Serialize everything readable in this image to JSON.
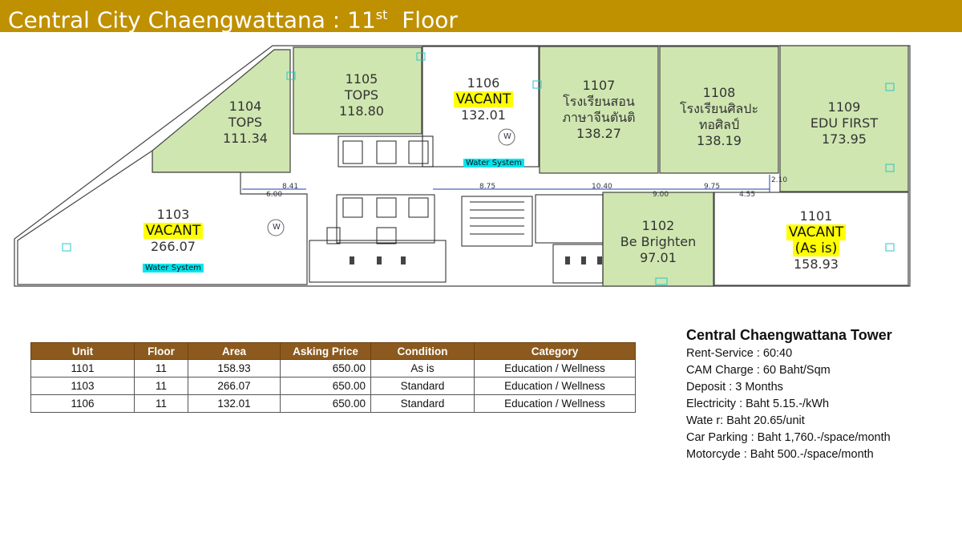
{
  "header": {
    "title_prefix": "Central City Chaengwattana : 11",
    "title_sup": "st",
    "title_suffix": "Floor"
  },
  "floorplan": {
    "colors": {
      "leased": "#cfe6b0",
      "vacant": "#ffffff",
      "highlight": "#ffff00",
      "water": "#00e5ee",
      "wall": "#333333"
    },
    "units": [
      {
        "id": "1104",
        "tenant": "TOPS",
        "area": "111.34",
        "status": "leased"
      },
      {
        "id": "1105",
        "tenant": "TOPS",
        "area": "118.80",
        "status": "leased"
      },
      {
        "id": "1106",
        "tenant": "VACANT",
        "area": "132.01",
        "status": "vacant",
        "note": "Water System"
      },
      {
        "id": "1107",
        "tenant_line1": "โรงเรียนสอน",
        "tenant_line2": "ภาษาจีนตันติ",
        "area": "138.27",
        "status": "leased"
      },
      {
        "id": "1108",
        "tenant_line1": "โรงเรียนศิลปะ",
        "tenant_line2": "ทอศิลป์",
        "area": "138.19",
        "status": "leased"
      },
      {
        "id": "1109",
        "tenant": "EDU FIRST",
        "area": "173.95",
        "status": "leased"
      },
      {
        "id": "1103",
        "tenant": "VACANT",
        "area": "266.07",
        "status": "vacant",
        "note": "Water System"
      },
      {
        "id": "1102",
        "tenant": "Be Brighten",
        "area": "97.01",
        "status": "leased"
      },
      {
        "id": "1101",
        "tenant": "VACANT",
        "tenant_line2": "(As is)",
        "area": "158.93",
        "status": "vacant"
      }
    ],
    "corridor_dims": [
      "8.41",
      "6.00",
      "8.75",
      "10.40",
      "9.75",
      "4.55",
      "2.10",
      "9.00"
    ],
    "symbols": {
      "washroom_icon": "W"
    }
  },
  "table": {
    "headers": [
      "Unit",
      "Floor",
      "Area",
      "Asking Price",
      "Condition",
      "Category"
    ],
    "rows": [
      [
        "1101",
        "11",
        "158.93",
        "650.00",
        "As is",
        "Education / Wellness"
      ],
      [
        "1103",
        "11",
        "266.07",
        "650.00",
        "Standard",
        "Education / Wellness"
      ],
      [
        "1106",
        "11",
        "132.01",
        "650.00",
        "Standard",
        "Education / Wellness"
      ]
    ]
  },
  "info": {
    "heading": "Central Chaengwattana Tower",
    "lines": [
      "Rent-Service :  60:40",
      "CAM Charge : 60 Baht/Sqm",
      "Deposit  :  3 Months",
      "Electricity : Baht 5.15.-/kWh",
      "Wate r: Baht 20.65/unit",
      "Car Parking : Baht 1,760.-/space/month",
      "Motorcyde : Baht 500.-/space/month"
    ]
  }
}
